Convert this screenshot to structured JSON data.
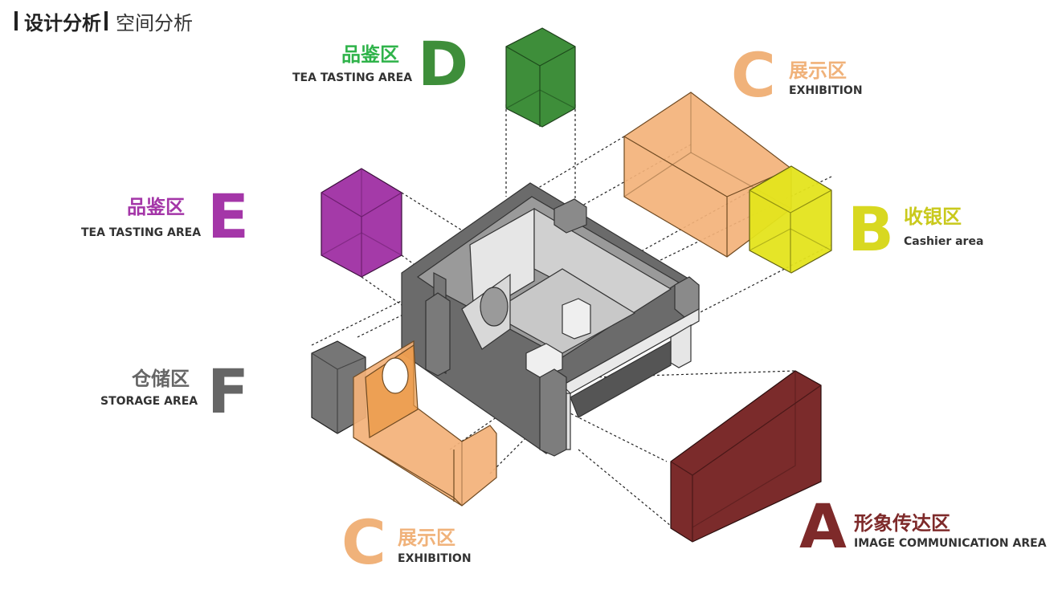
{
  "header": {
    "title_bold": "设计分析",
    "title_light": "空间分析"
  },
  "zones": {
    "D": {
      "letter": "D",
      "name_zh": "品鉴区",
      "name_en": "TEA TASTING AREA",
      "color": "#3e8e3a"
    },
    "C_top": {
      "letter": "C",
      "name_zh": "展示区",
      "name_en": "EXHIBITION",
      "color": "#f0b27a"
    },
    "E": {
      "letter": "E",
      "name_zh": "品鉴区",
      "name_en": "TEA TASTING AREA",
      "color": "#a436a8"
    },
    "B": {
      "letter": "B",
      "name_zh": "收银区",
      "name_en": "Cashier area",
      "color": "#d8d820"
    },
    "F": {
      "letter": "F",
      "name_zh": "仓储区",
      "name_en": "STORAGE AREA",
      "color": "#666666"
    },
    "C_bottom": {
      "letter": "C",
      "name_zh": "展示区",
      "name_en": "EXHIBITION",
      "color": "#f0b27a"
    },
    "A": {
      "letter": "A",
      "name_zh": "形象传达区",
      "name_en": "IMAGE COMMUNICATION AREA",
      "color": "#7e2a2a"
    }
  }
}
